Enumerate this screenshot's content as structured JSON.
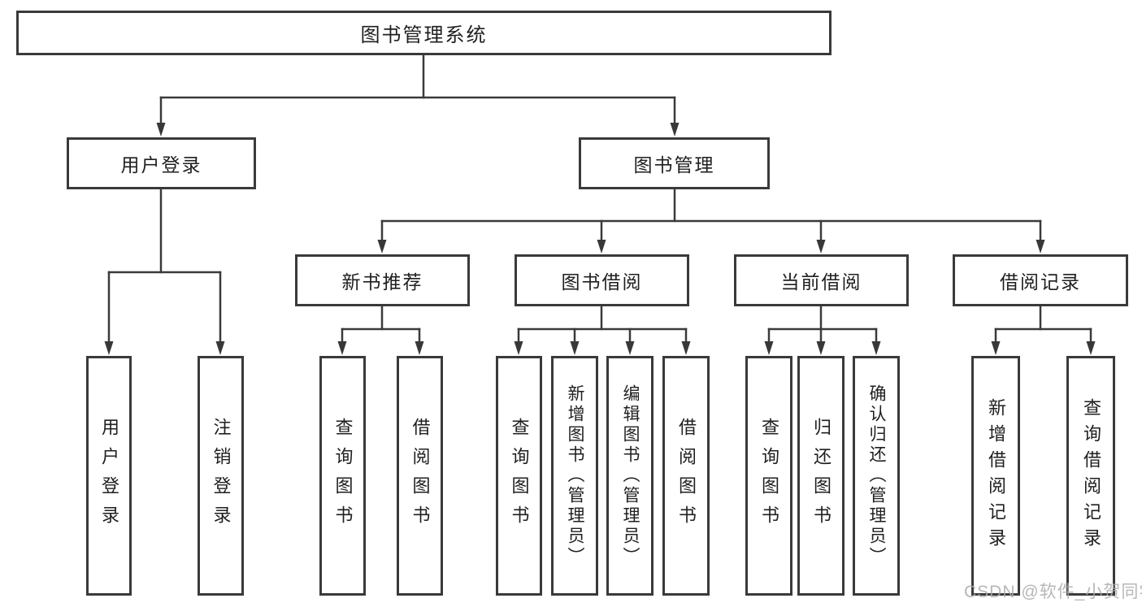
{
  "diagram": {
    "root": {
      "label": "图书管理系统",
      "children": [
        {
          "label": "用户登录",
          "children": [
            {
              "label": "用户登录"
            },
            {
              "label": "注销登录"
            }
          ]
        },
        {
          "label": "图书管理",
          "children": [
            {
              "label": "新书推荐",
              "children": [
                {
                  "label": "查询图书"
                },
                {
                  "label": "借阅图书"
                }
              ]
            },
            {
              "label": "图书借阅",
              "children": [
                {
                  "label": "查询图书"
                },
                {
                  "label": "新增图书（管理员）"
                },
                {
                  "label": "编辑图书（管理员）"
                },
                {
                  "label": "借阅图书"
                }
              ]
            },
            {
              "label": "当前借阅",
              "children": [
                {
                  "label": "查询图书"
                },
                {
                  "label": "归还图书"
                },
                {
                  "label": "确认归还（管理员）"
                }
              ]
            },
            {
              "label": "借阅记录",
              "children": [
                {
                  "label": "新增借阅记录"
                },
                {
                  "label": "查询借阅记录"
                }
              ]
            }
          ]
        }
      ]
    }
  },
  "watermark": {
    "text": "CSDN @软件_小贺同学"
  },
  "colors": {
    "line": "#3a3a3a",
    "box_border": "#3a3a3a",
    "box_fill": "#ffffff",
    "text": "#1f1f1f",
    "watermark": "#aaaaaa",
    "background": "#ffffff"
  }
}
